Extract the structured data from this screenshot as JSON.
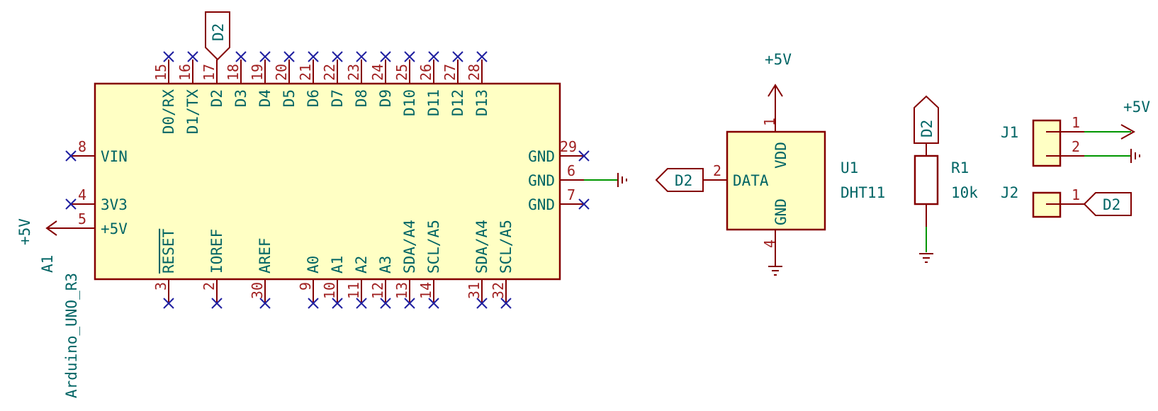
{
  "colors": {
    "body_fill": "#ffffc4",
    "body_stroke": "#840000",
    "label": "#006464",
    "pin_number": "#a02020",
    "no_connect": "#2020a0",
    "wire": "#009600"
  },
  "arduino": {
    "ref": "A1",
    "value": "Arduino_UNO_R3",
    "top_pins": [
      {
        "num": "15",
        "name": "D0/RX"
      },
      {
        "num": "16",
        "name": "D1/TX"
      },
      {
        "num": "17",
        "name": "D2"
      },
      {
        "num": "18",
        "name": "D3"
      },
      {
        "num": "19",
        "name": "D4"
      },
      {
        "num": "20",
        "name": "D5"
      },
      {
        "num": "21",
        "name": "D6"
      },
      {
        "num": "22",
        "name": "D7"
      },
      {
        "num": "23",
        "name": "D8"
      },
      {
        "num": "24",
        "name": "D9"
      },
      {
        "num": "25",
        "name": "D10"
      },
      {
        "num": "26",
        "name": "D11"
      },
      {
        "num": "27",
        "name": "D12"
      },
      {
        "num": "28",
        "name": "D13"
      }
    ],
    "bottom_pins": [
      {
        "num": "3",
        "name": "RESET"
      },
      {
        "num": "2",
        "name": "IOREF"
      },
      {
        "num": "30",
        "name": "AREF"
      },
      {
        "num": "9",
        "name": "A0"
      },
      {
        "num": "10",
        "name": "A1"
      },
      {
        "num": "11",
        "name": "A2"
      },
      {
        "num": "12",
        "name": "A3"
      },
      {
        "num": "13",
        "name": "SDA/A4"
      },
      {
        "num": "14",
        "name": "SCL/A5"
      },
      {
        "num": "31",
        "name": "SDA/A4"
      },
      {
        "num": "32",
        "name": "SCL/A5"
      }
    ],
    "left_pins": [
      {
        "num": "8",
        "name": "VIN"
      },
      {
        "num": "4",
        "name": "3V3"
      },
      {
        "num": "5",
        "name": "+5V"
      }
    ],
    "right_pins": [
      {
        "num": "29",
        "name": "GND"
      },
      {
        "num": "6",
        "name": "GND"
      },
      {
        "num": "7",
        "name": "GND"
      }
    ]
  },
  "sensor": {
    "ref": "U1",
    "value": "DHT11",
    "pins": [
      {
        "num": "1",
        "name": "VDD"
      },
      {
        "num": "2",
        "name": "DATA"
      },
      {
        "num": "4",
        "name": "GND"
      }
    ]
  },
  "resistor": {
    "ref": "R1",
    "value": "10k"
  },
  "conn_j1": {
    "ref": "J1",
    "pins": [
      "1",
      "2"
    ]
  },
  "conn_j2": {
    "ref": "J2",
    "pins": [
      "1"
    ]
  },
  "net_labels": {
    "d2": "D2"
  },
  "power": {
    "plus5v": "+5V"
  }
}
